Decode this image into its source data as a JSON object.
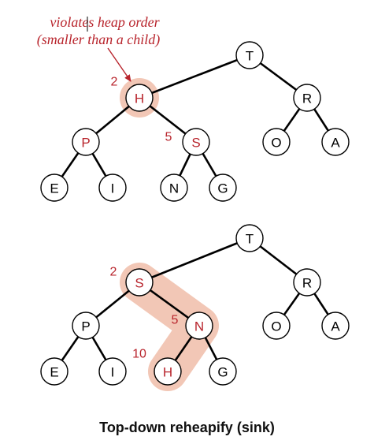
{
  "annotation": {
    "line1": "violates heap order",
    "line2": "(smaller than a child)"
  },
  "caption": "Top-down reheapify (sink)",
  "colors": {
    "highlight": "#f2c7b6",
    "highlight_text": "#b8242c",
    "edge": "#000000"
  },
  "trees": [
    {
      "nodes": [
        "T",
        "H",
        "R",
        "P",
        "S",
        "O",
        "A",
        "E",
        "I",
        "N",
        "G"
      ],
      "red_nodes": [
        1,
        3,
        4
      ],
      "index_labels": [
        {
          "node": 1,
          "text": "2"
        },
        {
          "node": 4,
          "text": "5"
        }
      ]
    },
    {
      "nodes": [
        "T",
        "S",
        "R",
        "P",
        "N",
        "O",
        "A",
        "E",
        "I",
        "H",
        "G"
      ],
      "red_nodes": [
        1,
        4,
        9
      ],
      "index_labels": [
        {
          "node": 1,
          "text": "2"
        },
        {
          "node": 4,
          "text": "5"
        },
        {
          "node": 9,
          "text": "10"
        }
      ]
    }
  ]
}
